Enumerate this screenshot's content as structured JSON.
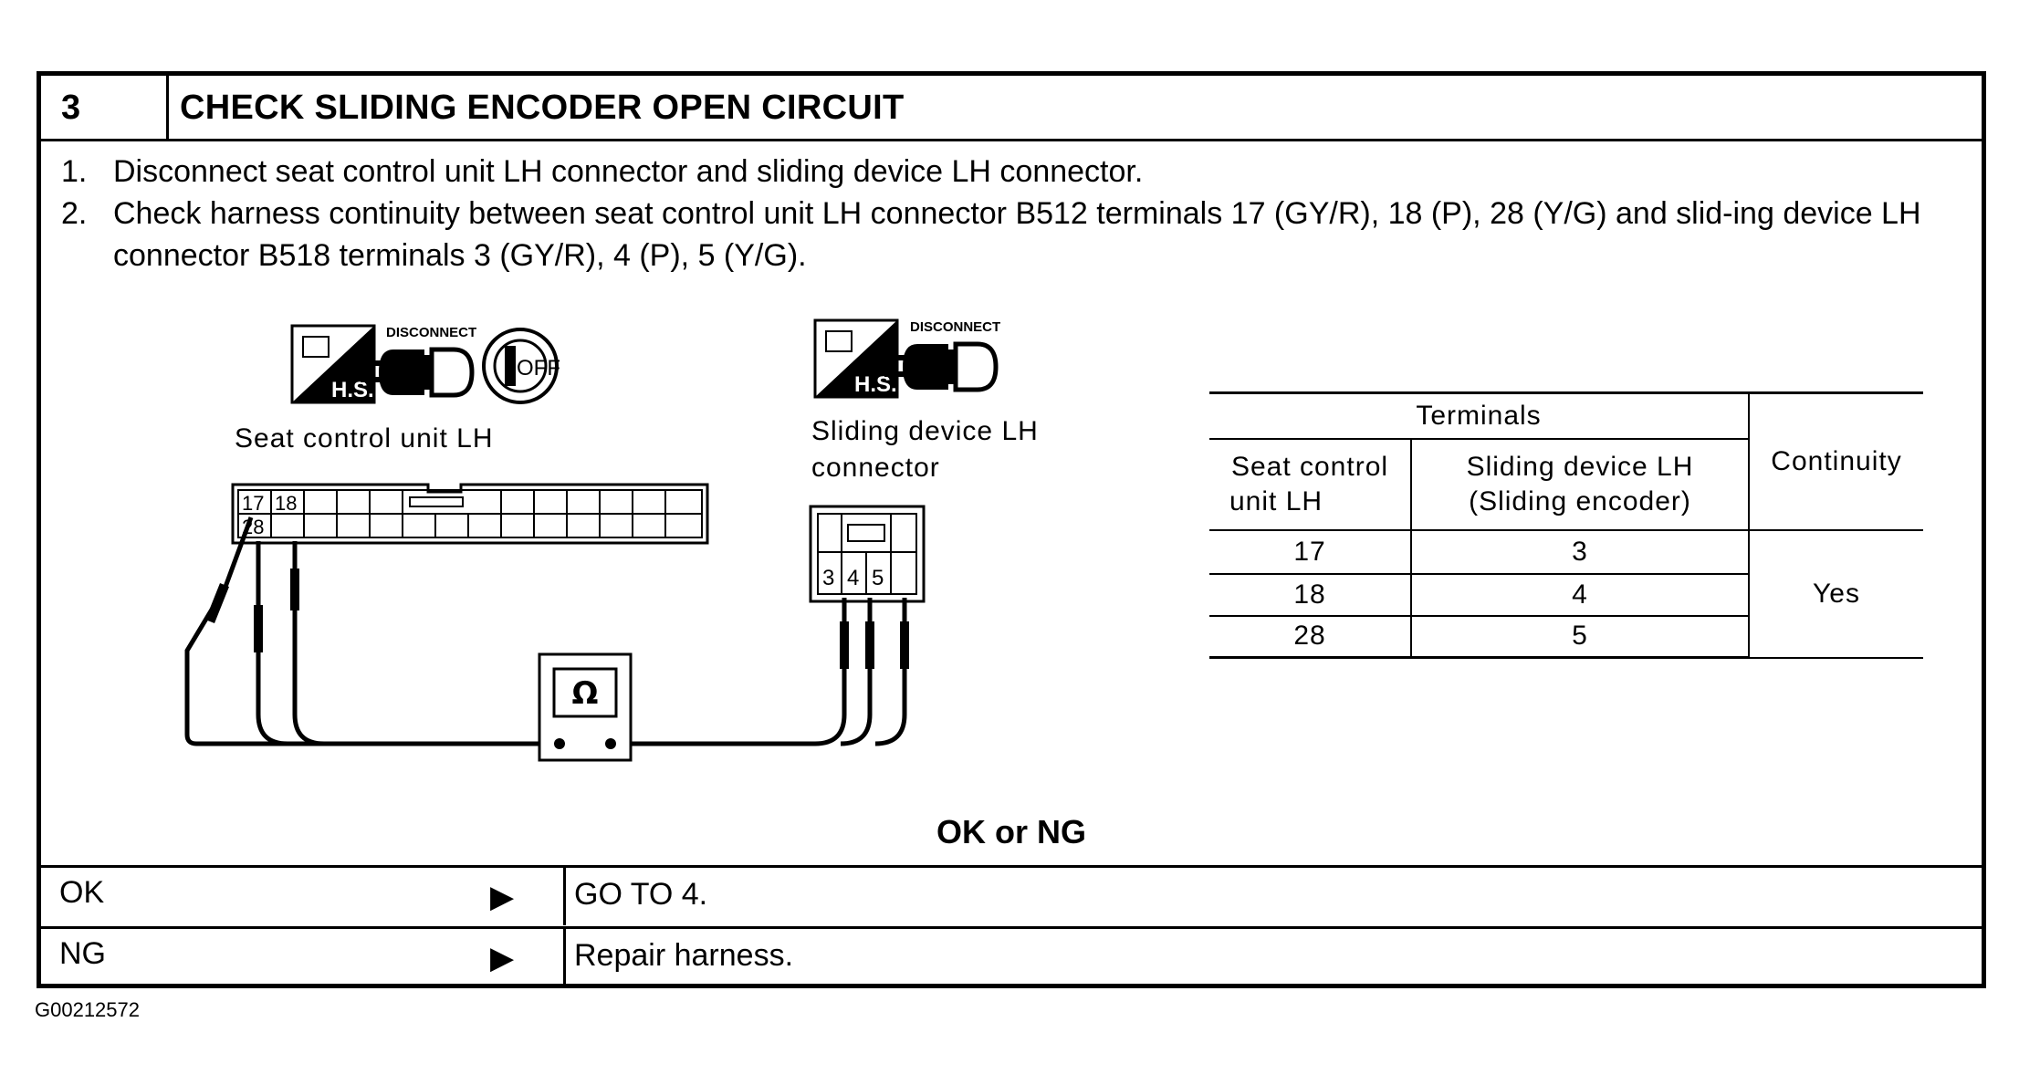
{
  "step": {
    "number": "3",
    "title": "CHECK SLIDING ENCODER OPEN CIRCUIT"
  },
  "instructions": [
    {
      "num": "1.",
      "text": "Disconnect seat control unit LH connector and sliding device LH connector."
    },
    {
      "num": "2.",
      "text": "Check harness continuity between seat control unit LH connector B512 terminals 17 (GY/R), 18 (P), 28 (Y/G) and slid-ing device LH connector B518 terminals 3 (GY/R), 4 (P), 5 (Y/G)."
    }
  ],
  "diagram": {
    "left_connector_caption": "Seat control unit LH",
    "right_connector_caption_line1": "Sliding device LH",
    "right_connector_caption_line2": "connector",
    "left_pins": [
      "17",
      "18",
      "28"
    ],
    "right_pins": [
      "3",
      "4",
      "5"
    ],
    "icon_hs_label": "H.S.",
    "icon_disconnect_label": "DISCONNECT",
    "icon_off_label": "OFF",
    "meter_symbol": "Ω"
  },
  "terminals_table": {
    "group_header": "Terminals",
    "col1_header_line1": "Seat control",
    "col1_header_line2": "unit LH",
    "col2_header_line1": "Sliding device LH",
    "col2_header_line2": "(Sliding encoder)",
    "col3_header": "Continuity",
    "rows": [
      {
        "seat": "17",
        "sliding": "3"
      },
      {
        "seat": "18",
        "sliding": "4"
      },
      {
        "seat": "28",
        "sliding": "5"
      }
    ],
    "continuity_value": "Yes"
  },
  "result": {
    "prompt": "OK or NG",
    "ok_label": "OK",
    "ok_action": "GO TO 4.",
    "ng_label": "NG",
    "ng_action": "Repair harness.",
    "arrow": "▶"
  },
  "figure_id": "G00212572"
}
